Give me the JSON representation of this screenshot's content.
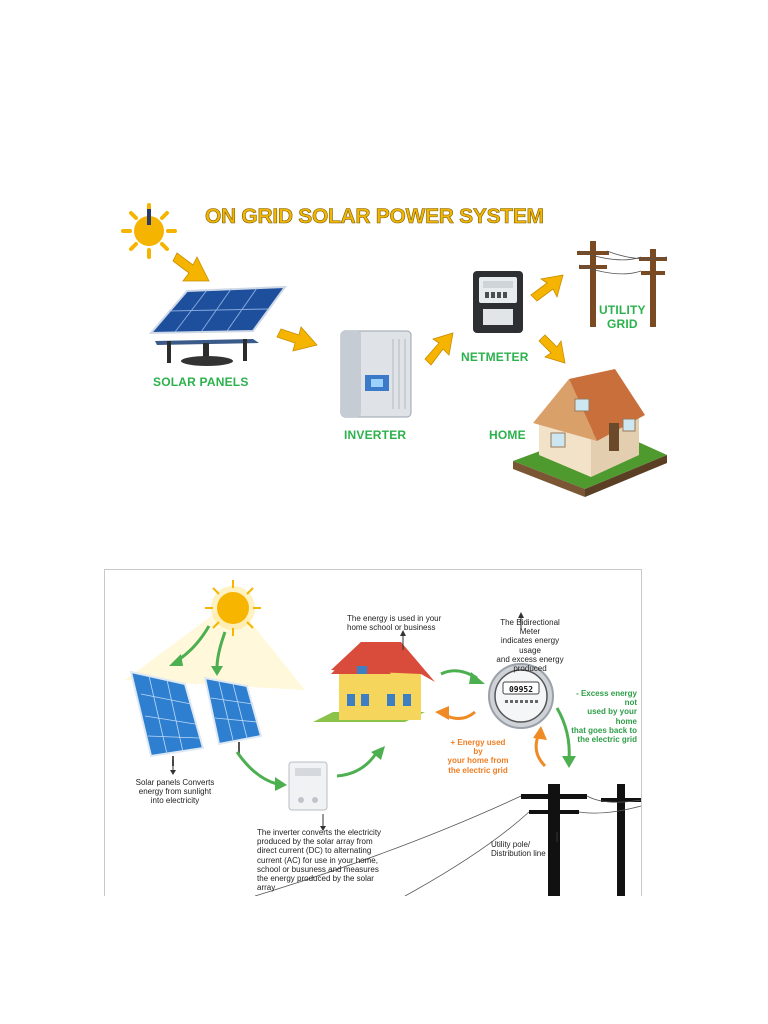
{
  "top_diagram": {
    "title": "ON GRID SOLAR POWER SYSTEM",
    "labels": {
      "solar_panels": "SOLAR PANELS",
      "inverter": "INVERTER",
      "netmeter": "NETMETER",
      "home": "HOME",
      "utility_line1": "UTILITY",
      "utility_line2": "GRID"
    },
    "colors": {
      "title": "#f2b705",
      "label": "#2bb24c",
      "arrow": "#f5b400"
    }
  },
  "bottom_diagram": {
    "meter_reading": "09952",
    "notes": {
      "home": [
        "The energy is used in your",
        "home school or business"
      ],
      "meter": [
        "The Bidirectional Meter",
        "indicates energy usage",
        "and excess energy",
        "produced"
      ],
      "excess": [
        "- Excess energy not",
        "used  by your home",
        "that goes back to",
        "the electric grid"
      ],
      "grid_energy": [
        "+ Energy used by",
        "your home from",
        "the electric grid"
      ],
      "panels": [
        "Solar panels Converts",
        "energy from sunlight",
        "into electricity"
      ],
      "inverter": [
        "The inverter converts the electricity",
        "produced by the solar array from",
        "direct current (DC) to alternating",
        "current (AC) for use in your home,",
        "school or busuness and measures",
        "the energy produced by the solar",
        "array"
      ],
      "pole": [
        "Utility pole/",
        "Distribution line"
      ]
    },
    "colors": {
      "arrow_green": "#4caf50",
      "arrow_orange": "#f08a24",
      "roof": "#d94b3a",
      "wall": "#f6d55c"
    }
  }
}
